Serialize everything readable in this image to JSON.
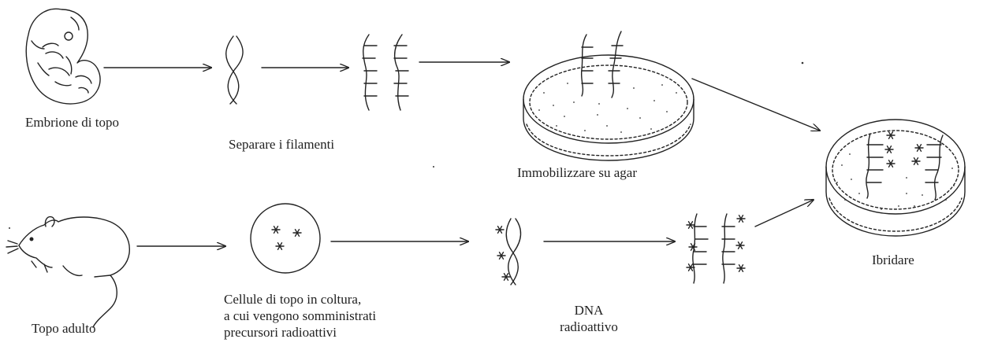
{
  "labels": {
    "embryo": "Embrione di topo",
    "separate": "Separare i filamenti",
    "immobilize": "Immobilizzare su agar",
    "hybridize": "Ibridare",
    "adult_mouse": "Topo adulto",
    "culture_line1": "Cellule di topo in coltura,",
    "culture_line2": "a cui vengono somministrati",
    "culture_line3": "precursori radioattivi",
    "dna_line1": "DNA",
    "dna_line2": "radioattivo"
  },
  "colors": {
    "ink": "#222222",
    "background": "#ffffff"
  }
}
